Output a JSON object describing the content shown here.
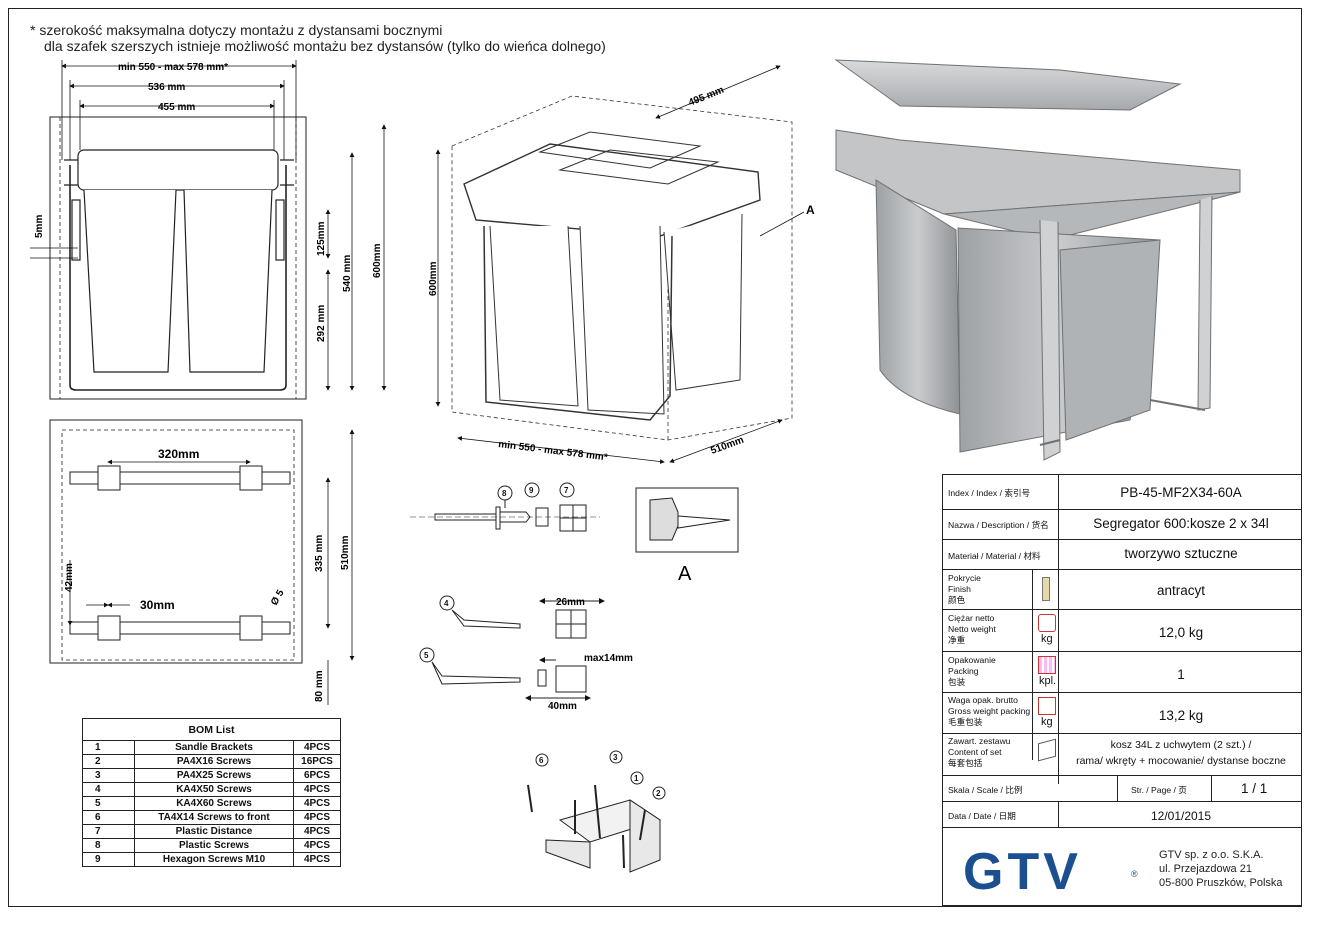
{
  "notes": {
    "line1": "* szerokość maksymalna dotyczy montażu z dystansami bocznymi",
    "line2": "dla szafek szerszych istnieje możliwość montażu bez dystansów (tylko do wieńca dolnego)"
  },
  "front_view": {
    "dim_width": "min 550 - max 578 mm*",
    "dim_536": "536 mm",
    "dim_455": "455 mm",
    "dim_5": "5mm",
    "dim_125": "125mm",
    "dim_292": "292 mm",
    "dim_540": "540 mm",
    "dim_600": "600mm"
  },
  "top_view": {
    "dim_320": "320mm",
    "dim_30": "30mm",
    "dim_42": "42mm",
    "dim_335": "335 mm",
    "dim_510": "510mm",
    "dim_80": "80 mm",
    "dim_d5": "Ø 5"
  },
  "iso_view": {
    "dim_495": "495 mm",
    "dim_600": "600mm",
    "dim_width": "min 550 - max 578 mm*",
    "dim_510": "510mm",
    "label_a": "A"
  },
  "hardware": {
    "callout_8": "8",
    "callout_9": "9",
    "callout_7": "7",
    "callout_4": "4",
    "callout_5": "5",
    "dim_26": "26mm",
    "dim_max14": "max14mm",
    "dim_40": "40mm",
    "detail_label": "A",
    "bracket_1": "1",
    "bracket_2": "2",
    "bracket_3": "3",
    "bracket_6": "6"
  },
  "bom": {
    "title": "BOM List",
    "rows": [
      {
        "no": "1",
        "desc": "Sandle Brackets",
        "qty": "4PCS"
      },
      {
        "no": "2",
        "desc": "PA4X16 Screws",
        "qty": "16PCS"
      },
      {
        "no": "3",
        "desc": "PA4X25 Screws",
        "qty": "6PCS"
      },
      {
        "no": "4",
        "desc": "KA4X50 Screws",
        "qty": "4PCS"
      },
      {
        "no": "5",
        "desc": "KA4X60 Screws",
        "qty": "4PCS"
      },
      {
        "no": "6",
        "desc": "TA4X14 Screws to front",
        "qty": "4PCS"
      },
      {
        "no": "7",
        "desc": "Plastic Distance",
        "qty": "4PCS"
      },
      {
        "no": "8",
        "desc": "Plastic Screws",
        "qty": "4PCS"
      },
      {
        "no": "9",
        "desc": "Hexagon Screws M10",
        "qty": "4PCS"
      }
    ]
  },
  "titleblock": {
    "index_label": "Index / Index / 索引号",
    "index_value": "PB-45-MF2X34-60A",
    "name_label": "Nazwa / Description / 货名",
    "name_value": "Segregator 600:kosze 2 x 34l",
    "material_label": "Materiał / Material / 材料",
    "material_value": "tworzywo sztuczne",
    "finish_label_1": "Pokrycie",
    "finish_label_2": "Finish",
    "finish_label_3": "颜色",
    "finish_value": "antracyt",
    "weight_label_1": "Ciężar netto",
    "weight_label_2": "Netto weight",
    "weight_label_3": "净重",
    "weight_unit": "kg",
    "weight_value": "12,0 kg",
    "packing_label_1": "Opakowanie",
    "packing_label_2": "Packing",
    "packing_label_3": "包装",
    "packing_unit": "kpl.",
    "packing_value": "1",
    "gross_label_1": "Waga opak. brutto",
    "gross_label_2": "Gross weight packing",
    "gross_label_3": "毛重包装",
    "gross_unit": "kg",
    "gross_value": "13,2 kg",
    "content_label_1": "Zawart. zestawu",
    "content_label_2": "Content of set",
    "content_label_3": "每套包括",
    "content_value_1": "kosz 34L z uchwytem (2 szt.) /",
    "content_value_2": "rama/ wkręty + mocowanie/ dystanse boczne",
    "scale_label": "Skala / Scale / 比例",
    "page_label": "Str. / Page / 页",
    "page_value": "1 / 1",
    "date_label": "Data / Date / 日期",
    "date_value": "12/01/2015",
    "logo": "GTV",
    "company_1": "GTV sp. z o.o. S.K.A.",
    "company_2": "ul. Przejazdowa 21",
    "company_3": "05-800 Pruszków, Polska"
  }
}
